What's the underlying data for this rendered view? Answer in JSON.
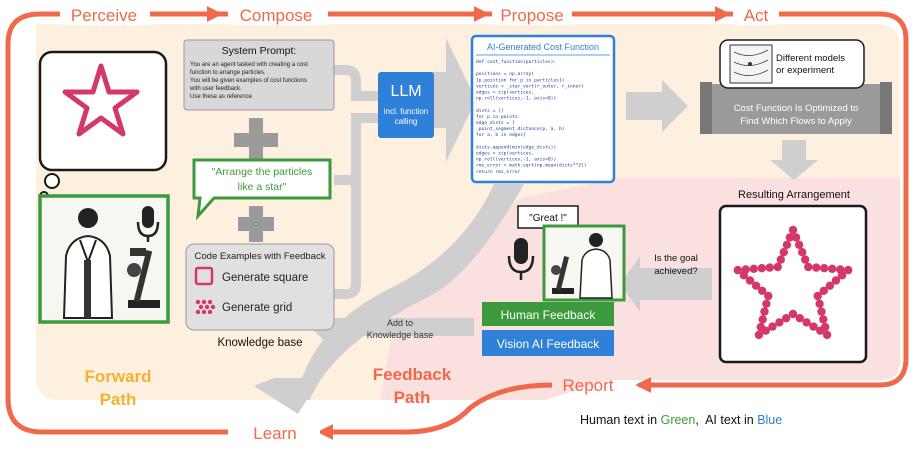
{
  "stages": {
    "perceive": "Perceive",
    "compose": "Compose",
    "propose": "Propose",
    "act": "Act"
  },
  "loop": {
    "report": "Report",
    "learn": "Learn"
  },
  "paths": {
    "forward_1": "Forward",
    "forward_2": "Path",
    "feedback_1": "Feedback",
    "feedback_2": "Path"
  },
  "system_prompt": {
    "title": "System Prompt:",
    "lines": [
      "You are an agent tasked with creating a cost",
      "function to arrange particles.",
      "You will be given examples of cost functions",
      "with user feedback.",
      "Use these as reference"
    ]
  },
  "speech": {
    "line1": "\"Arrange the particles",
    "line2": "like a star\""
  },
  "code_examples": {
    "title": "Code Examples with Feedback",
    "item1": "Generate square",
    "item2": "Generate grid"
  },
  "knowledge_base": "Knowledge base",
  "llm": {
    "title": "LLM",
    "sub1": "incl. function",
    "sub2": "calling"
  },
  "cost_function": {
    "title": "AI-Generated Cost Function",
    "code": [
      "def cost_function(particles):",
      "",
      "    positions = np.array(",
      "        [p.position for p in particles])",
      "    vertices = _star_vert(r_outer, r_inner)",
      "    edges = zip(vertices,",
      "        np.roll(vertices,-1, axis=0))",
      "",
      "    dists = []",
      "    for p in points:",
      "        edge_dists = [",
      "        _point_segment_distance(p, a, b)",
      "        for a, b in edges]",
      "",
      "        dists.append(min(edge_dists))",
      "        edges = zip(vertices,",
      "            np.roll(vertices,-1, axis=0))",
      "    rms_error = math.sqrt(np.mean(dists**2))",
      "    return rms_error"
    ]
  },
  "act": {
    "models_1": "Different models",
    "models_2": "or experiment",
    "optimized_1": "Cost Function Is Optimized to",
    "optimized_2": "Find Which Flows to Apply"
  },
  "resulting_arrangement": "Resulting Arrangement",
  "goal": {
    "line1": "Is the goal",
    "line2": "achieved?"
  },
  "great": "\"Great !\"",
  "feedback": {
    "human": "Human Feedback",
    "vision": "Vision AI Feedback"
  },
  "add_kb": {
    "line1": "Add to",
    "line2": "Knowledge base"
  },
  "legend": {
    "prefix": "Human text in ",
    "green": "Green",
    "sep": ",  AI text in ",
    "blue": "Blue"
  },
  "colors": {
    "orange": "#f0694a",
    "forward_bg": "#fdf0de",
    "feedback_bg": "#fbe0e0",
    "green": "#3c9a3c",
    "blue": "#2f80d8",
    "gold": "#f5b132",
    "star": "#d4376c",
    "gray": "#cfcfcf"
  }
}
